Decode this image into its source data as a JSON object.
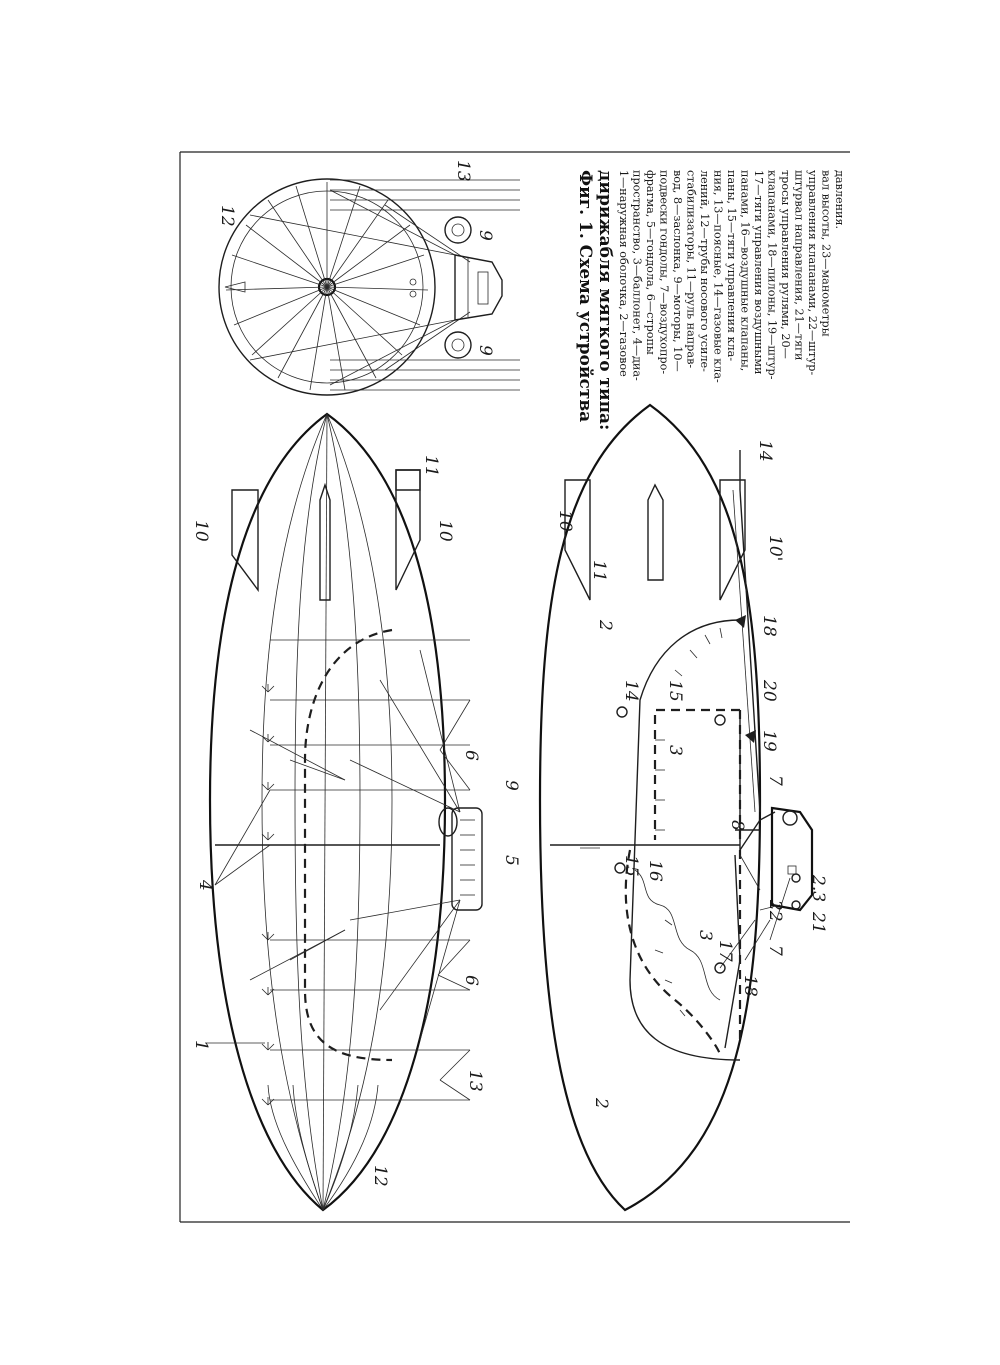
{
  "caption": {
    "title_lines": [
      "Фиг. 1. Схема устройства",
      "дирижабля мягкого типа:"
    ],
    "body_lines": [
      "1—наружная оболочка, 2—газовое",
      "пространство, 3—баллонет, 4—диа-",
      "фрагма, 5—гондола, 6—стропы",
      "подвески гондолы, 7—воздухопро-",
      "вод, 8—заслонка, 9—моторы, 10—",
      "стабилизаторы, 11—руль направ-",
      "лений, 12—трубы носового усиле-",
      "ния, 13—поясные, 14—газовые кла-",
      "паны, 15—тяги управления кла-",
      "панами, 16—воздушные клапаны,",
      "17—тяги управления воздушными",
      "клапанами, 18—пилоны, 19—штур-",
      "тросы управления рулями, 20—",
      "штурвал направления, 21—тяги",
      "управления клапанами, 22—штур-",
      "вал высоты, 23—манометры",
      "давления."
    ]
  },
  "callouts": {
    "front_view": [
      "12",
      "13",
      "9",
      "9"
    ],
    "plan_view": [
      "1",
      "4",
      "5",
      "6",
      "6",
      "9",
      "10",
      "10",
      "11",
      "12",
      "13"
    ],
    "section_view": [
      "2",
      "2",
      "3",
      "3",
      "7",
      "7",
      "8",
      "10",
      "10'",
      "11",
      "14",
      "14",
      "15",
      "15",
      "16",
      "17",
      "18",
      "18",
      "19",
      "20",
      "21",
      "22",
      "2.3"
    ]
  }
}
